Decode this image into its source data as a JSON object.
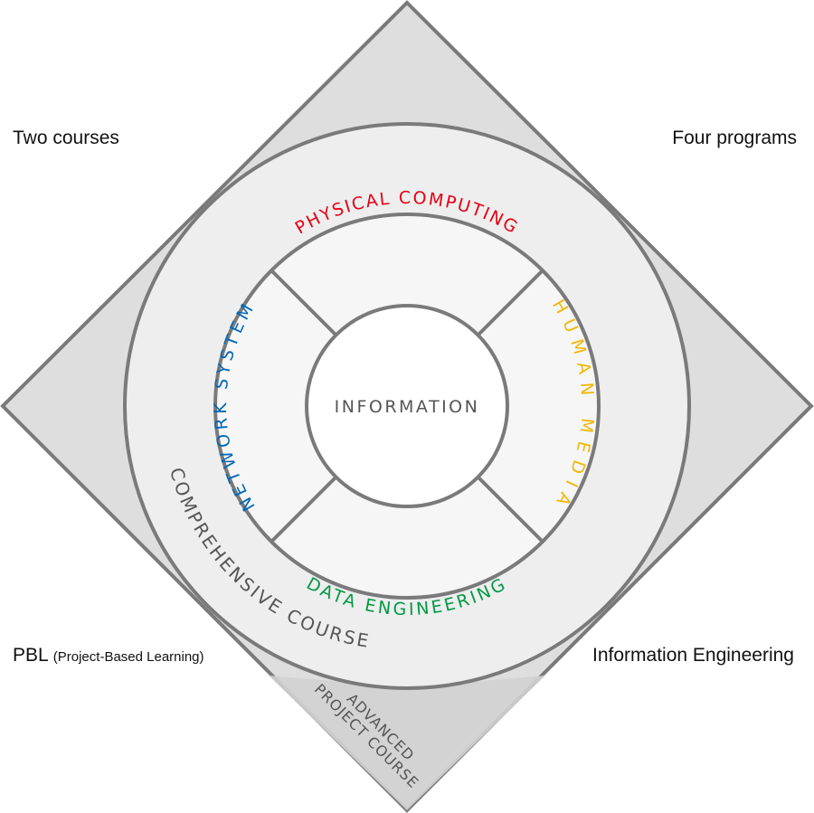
{
  "corners": {
    "top_left": "Two courses",
    "top_right": "Four programs",
    "bottom_left_main": "PBL",
    "bottom_left_sub": "(Project-Based Learning)",
    "bottom_right": "Information Engineering"
  },
  "center": {
    "label": "INFORMATION"
  },
  "programs": {
    "physical_computing": {
      "label": "PHYSICAL COMPUTING",
      "color": "#e60012"
    },
    "human_media": {
      "label": "HUMAN MEDIA",
      "color": "#f2b705"
    },
    "data_engineering": {
      "label": "DATA ENGINEERING",
      "color": "#009944"
    },
    "network_system": {
      "label": "NETWORK SYSTEM",
      "color": "#0068b7"
    }
  },
  "courses": {
    "comprehensive": "COMPREHENSIVE COURSE",
    "advanced_line1": "ADVANCED",
    "advanced_line2": "PROJECT COURSE"
  },
  "colors": {
    "outline": "#7a7a7a",
    "diamond_fill": "#dedede",
    "ring_fill": "#eeeeee",
    "program_fill": "#f6f6f6",
    "center_fill": "#ffffff",
    "course_text": "#555555"
  }
}
